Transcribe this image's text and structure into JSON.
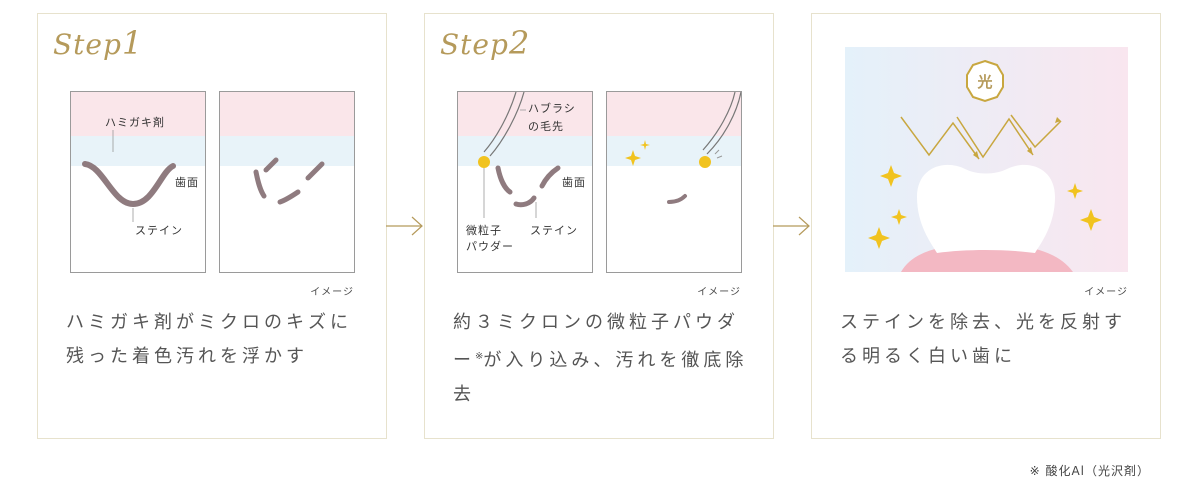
{
  "steps": [
    {
      "step_word": "Step",
      "step_number": "1",
      "labels": {
        "toothpaste": "ハミガキ剤",
        "tooth_surface": "歯面",
        "stain": "ステイン"
      },
      "image_note": "イメージ",
      "description": "ハミガキ剤がミクロのキズに残った着色汚れを浮かす"
    },
    {
      "step_word": "Step",
      "step_number": "2",
      "labels": {
        "brush_line1": "ハブラシ",
        "brush_line2": "の毛先",
        "tooth_surface": "歯面",
        "particle_line1": "微粒子",
        "particle_line2": "パウダー",
        "stain": "ステイン"
      },
      "image_note": "イメージ",
      "description_before": "約３ミクロンの微粒子パウダー",
      "description_mark": "※",
      "description_after": "が入り込み、汚れを徹底除去"
    },
    {
      "badge": "光",
      "image_note": "イメージ",
      "description": "ステインを除去、光を反射する明るく白い歯に"
    }
  ],
  "footnote": "※ 酸化Al（光沢剤）",
  "colors": {
    "gold": "#b59a5b",
    "pink_band": "#fae6ea",
    "blue_band": "#e8f3f9",
    "stain": "#8f7b7f",
    "particle": "#f1c31f",
    "border": "#e7e2cd",
    "gum": "#f3b8c3"
  },
  "icons": [
    "arrow-right-icon",
    "sparkle-icon",
    "light-badge-icon"
  ]
}
